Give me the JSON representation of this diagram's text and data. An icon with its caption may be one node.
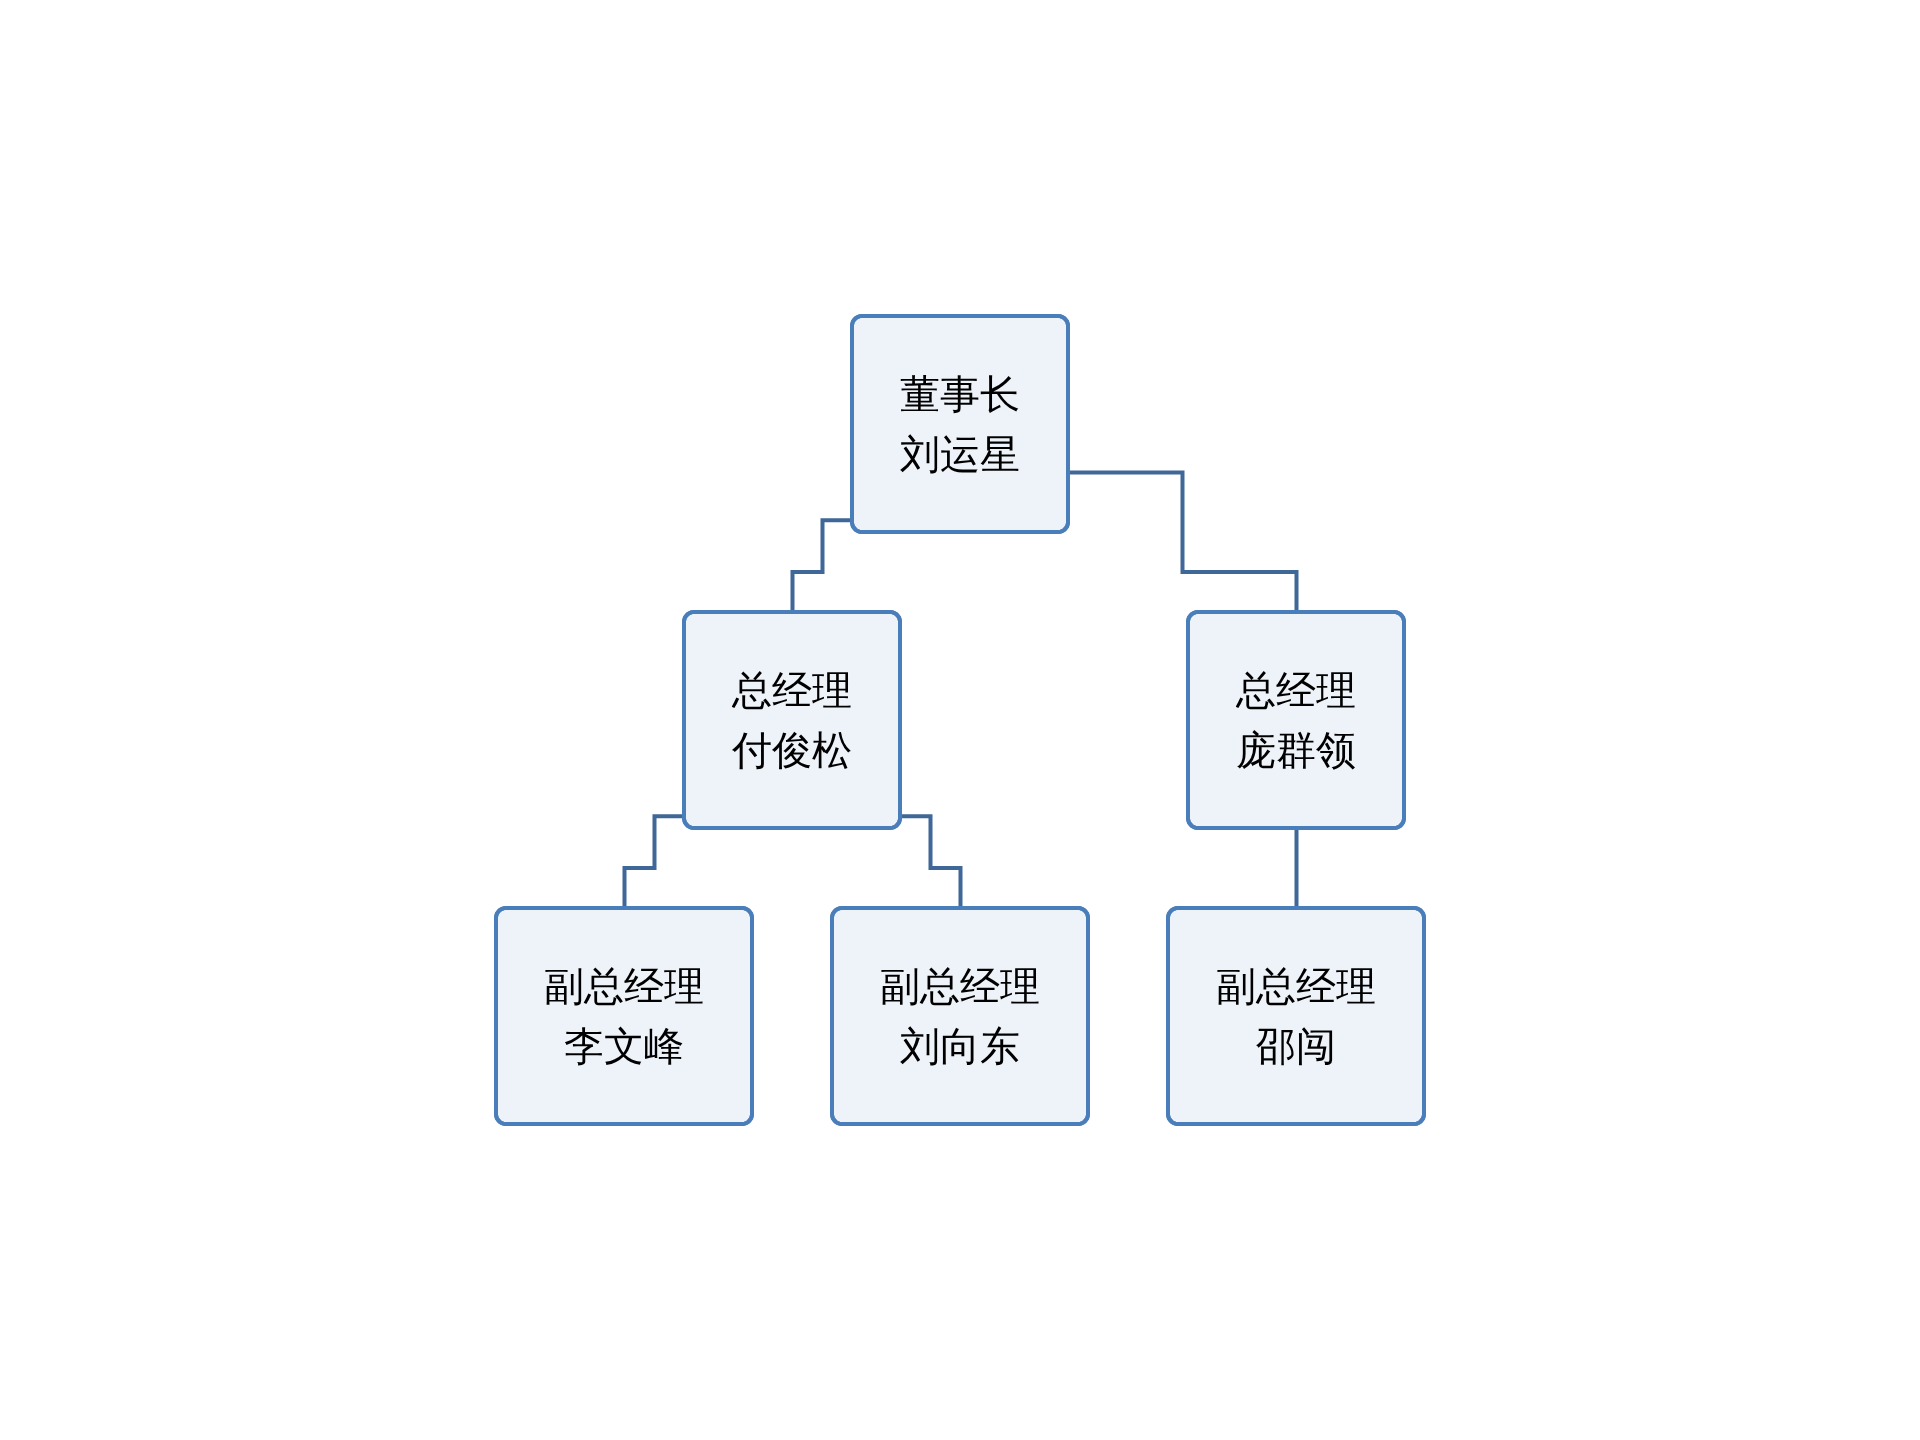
{
  "diagram": {
    "nodes": [
      {
        "text": [
          "董事长",
          "刘运星"
        ]
      },
      {
        "text": [
          "总经理",
          "付俊松"
        ]
      },
      {
        "text": [
          "总经理",
          "庞群领"
        ]
      },
      {
        "text": [
          "副总经理",
          "李文峰"
        ]
      },
      {
        "text": [
          "副总经理",
          "刘向东"
        ]
      },
      {
        "text": [
          "副总经理",
          "邵闯"
        ]
      }
    ],
    "edges": [
      {
        "from": 0,
        "to": 1,
        "arrow": "none"
      },
      {
        "from": 0,
        "to": 2,
        "arrow": "none"
      },
      {
        "from": 1,
        "to": 3,
        "arrow": "none"
      },
      {
        "from": 1,
        "to": 4,
        "arrow": "none"
      },
      {
        "from": 2,
        "to": 5,
        "arrow": "none"
      }
    ]
  }
}
